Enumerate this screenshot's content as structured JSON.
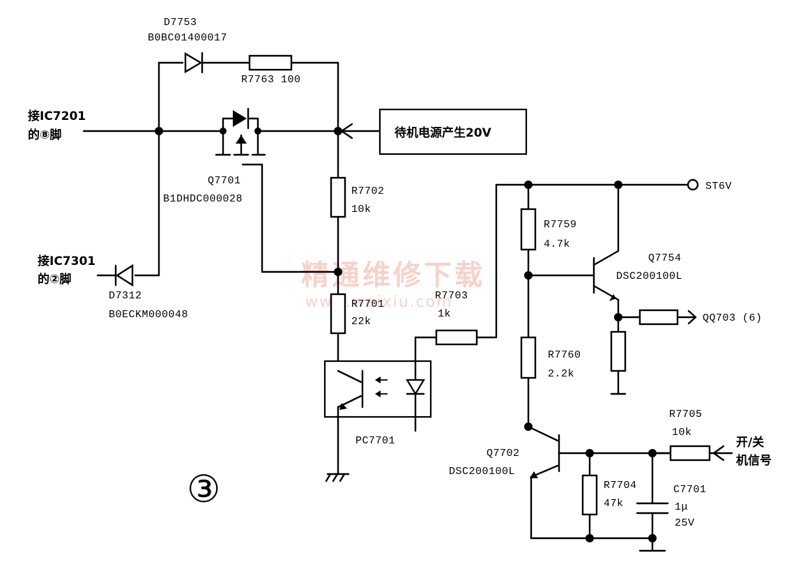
{
  "watermark": {
    "main": "精通维修下载",
    "url": "www.weixiu.com"
  },
  "panel_number": "③",
  "inputs": {
    "ic7201_line1": "接IC7201",
    "ic7201_line2": "的⑧脚",
    "ic7301_line1": "接IC7301",
    "ic7301_line2": "的②脚"
  },
  "standby_box": "待机电源产生20V",
  "st6v": "ST6V",
  "switch_signal": {
    "line1": "开/关",
    "line2": "机信号"
  },
  "qq703": "QQ703 (6)",
  "components": {
    "d7753": {
      "ref": "D7753",
      "part": "B0BC01400017"
    },
    "r7763": "R7763 100",
    "q7701": {
      "ref": "Q7701",
      "part": "B1DHDC000028"
    },
    "d7312": {
      "ref": "D7312",
      "part": "B0ECKM000048"
    },
    "r7702": {
      "ref": "R7702",
      "value": "10k"
    },
    "r7701": {
      "ref": "R7701",
      "value": "22k"
    },
    "r7703": {
      "ref": "R7703",
      "value": "1k"
    },
    "pc7701": "PC7701",
    "r7759": {
      "ref": "R7759",
      "value": "4.7k"
    },
    "r7760": {
      "ref": "R7760",
      "value": "2.2k"
    },
    "q7754": {
      "ref": "Q7754",
      "part": "DSC200100L"
    },
    "q7702": {
      "ref": "Q7702",
      "part": "DSC200100L"
    },
    "r7705": {
      "ref": "R7705",
      "value": "10k"
    },
    "r7704": {
      "ref": "R7704",
      "value": "47k"
    },
    "c7701": {
      "ref": "C7701",
      "value": "1μ",
      "voltage": "25V"
    }
  }
}
